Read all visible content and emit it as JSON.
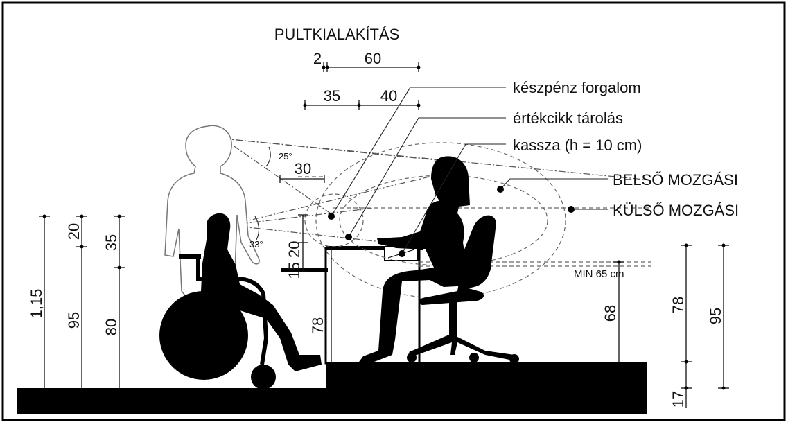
{
  "title": "PULTKIALAKÍTÁS",
  "top_dims": {
    "a": "2",
    "b": "60",
    "c": "35",
    "d": "40"
  },
  "callouts": {
    "cash": "készpénz forgalom",
    "valuables": "értékcikk tárolás",
    "register": "kassza (h = 10 cm)",
    "inner": "BELSŐ MOZGÁSI",
    "outer": "KÜLSŐ MOZGÁSI"
  },
  "left_dims": {
    "h_115": "1,15",
    "h_20": "20",
    "h_95": "95",
    "h_35": "35",
    "h_80": "80"
  },
  "angles": {
    "a25": "25°",
    "a33": "33°"
  },
  "mid_dims": {
    "d30": "30",
    "d20": "20",
    "d15_20": "15 20",
    "d78": "78"
  },
  "right_dims": {
    "min": "MIN 65 cm",
    "d68": "68",
    "d78": "78",
    "d95": "95",
    "d17": "17"
  }
}
